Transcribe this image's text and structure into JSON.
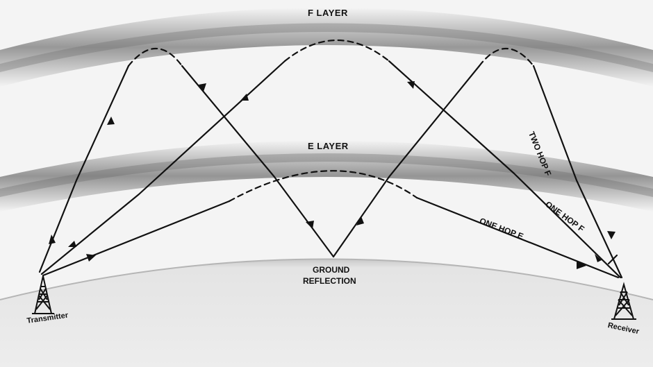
{
  "diagram": {
    "layers": {
      "f_layer": "F  LAYER",
      "e_layer": "E  LAYER"
    },
    "paths": {
      "two_hop_f": "TWO HOP  F",
      "one_hop_f": "ONE HOP  F",
      "one_hop_e": "ONE  HOP E"
    },
    "ground": {
      "line1": "GROUND",
      "line2": "REFLECTION"
    },
    "stations": {
      "transmitter": "Transmitter",
      "receiver": "Receiver"
    },
    "colors": {
      "ray": "#111111",
      "band": "#9a9a9a",
      "ground": "#e6e6e6",
      "sky": "#f4f4f4"
    }
  }
}
